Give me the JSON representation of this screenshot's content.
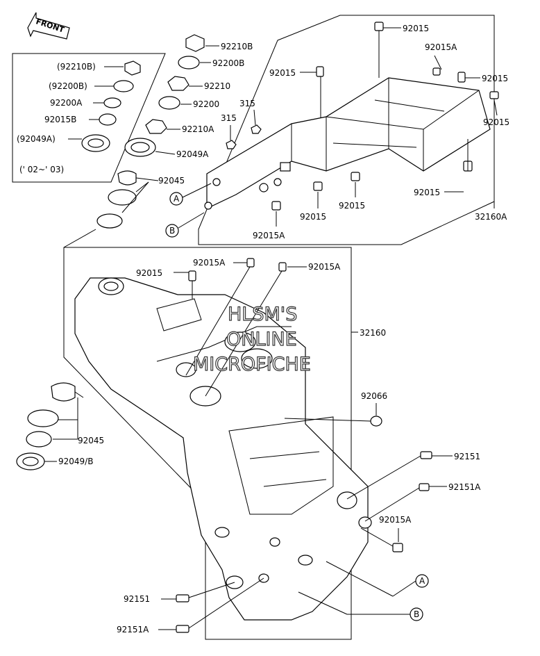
{
  "diagram": {
    "front_badge": "FRONT",
    "inset_note": "(' 02~' 03)",
    "watermark": [
      "HLSM'S",
      "ONLINE",
      "MICROFICHE"
    ],
    "callouts": {
      "inset_92210B": "(92210B)",
      "inset_92200B": "(92200B)",
      "inset_92200A": "92200A",
      "inset_92015B": "92015B",
      "inset_92049A": "(92049A)",
      "nut_92210B": "92210B",
      "washer_92200B": "92200B",
      "nut_92210": "92210",
      "washer_92200": "92200",
      "nut_92210A": "92210A",
      "seal_92049A": "92049A",
      "bearing_92045_top": "92045",
      "bolt_315_a": "315",
      "bolt_315_b": "315",
      "sub_top_92015": "92015",
      "sub_92015A_right": "92015A",
      "sub_left_92015": "92015",
      "sub_right_92015": "92015",
      "sub_far_right_92015": "92015",
      "sub_bottom_92015": "92015",
      "sub_under_92015_a": "92015",
      "sub_under_92015_b": "92015",
      "sub_92015A_bottom": "92015A",
      "subframe_32160A": "32160A",
      "frame_92015": "92015",
      "frame_92015A_a": "92015A",
      "frame_92015A_b": "92015A",
      "frame_32160": "32160",
      "frame_92066": "92066",
      "bearing_92045_lower": "92045",
      "seal_92049B": "92049/B",
      "bolt_92151_right": "92151",
      "bolt_92151A_right": "92151A",
      "bolt_92015A_right": "92015A",
      "bolt_92151_left": "92151",
      "bolt_92151A_left": "92151A"
    },
    "refs": {
      "a": "A",
      "b": "B"
    }
  }
}
